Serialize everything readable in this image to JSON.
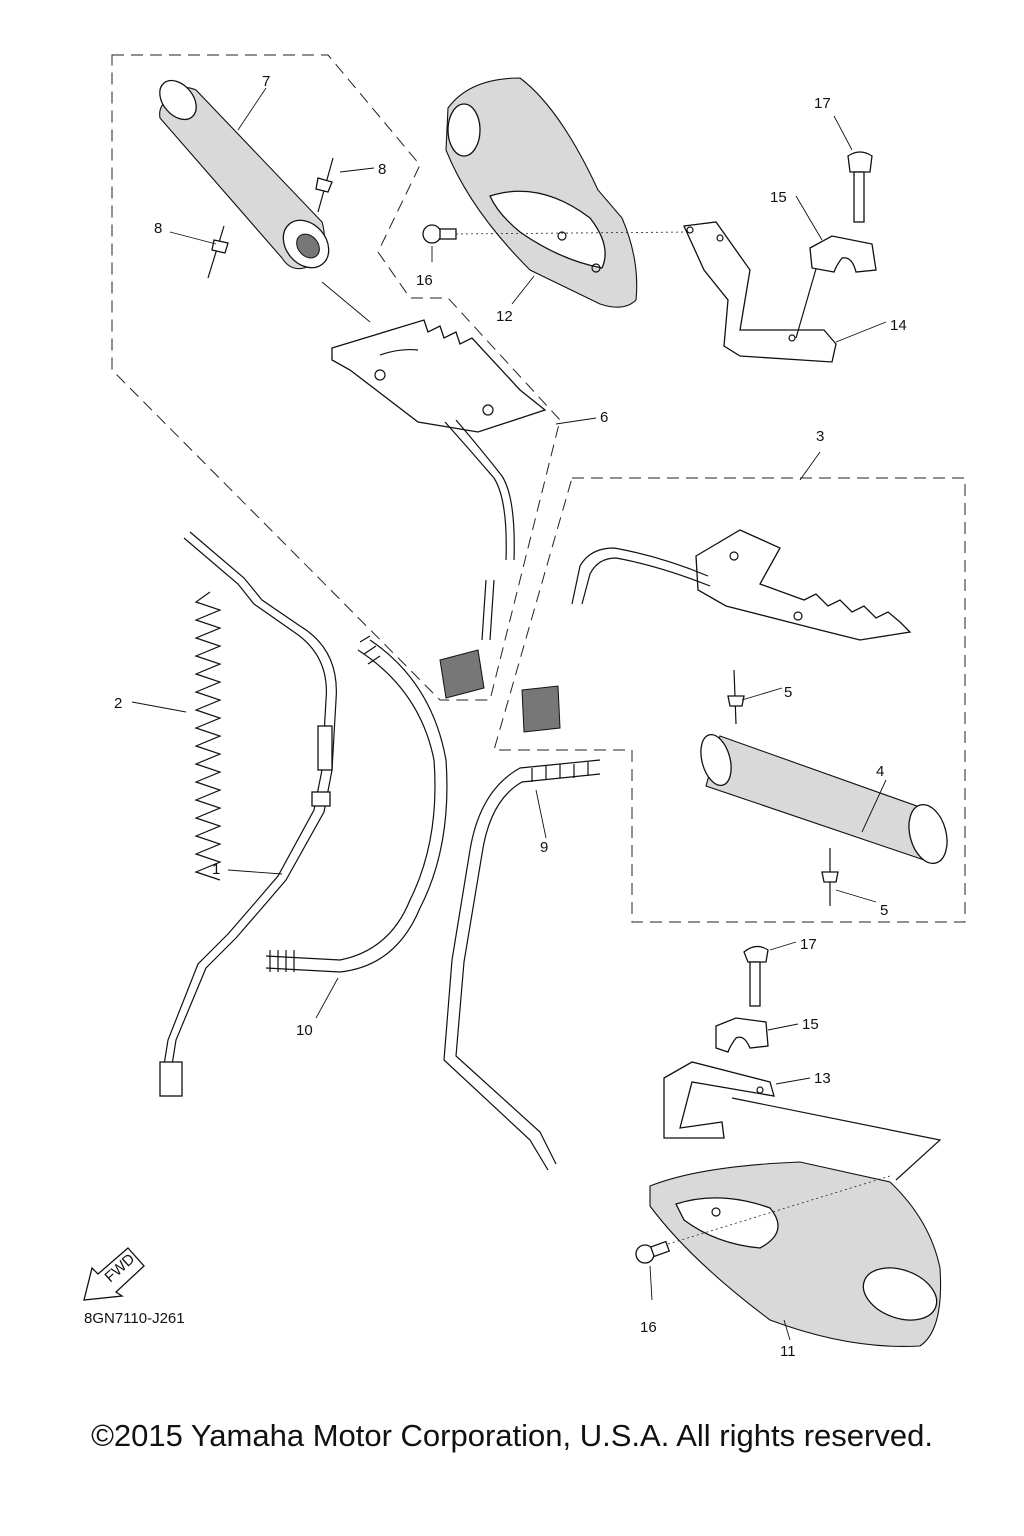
{
  "callouts": [
    {
      "id": "c1",
      "label": "1"
    },
    {
      "id": "c2",
      "label": "2"
    },
    {
      "id": "c3",
      "label": "3"
    },
    {
      "id": "c4",
      "label": "4"
    },
    {
      "id": "c5a",
      "label": "5"
    },
    {
      "id": "c5b",
      "label": "5"
    },
    {
      "id": "c6",
      "label": "6"
    },
    {
      "id": "c7",
      "label": "7"
    },
    {
      "id": "c8a",
      "label": "8"
    },
    {
      "id": "c8b",
      "label": "8"
    },
    {
      "id": "c9",
      "label": "9"
    },
    {
      "id": "c10",
      "label": "10"
    },
    {
      "id": "c11",
      "label": "11"
    },
    {
      "id": "c12",
      "label": "12"
    },
    {
      "id": "c13",
      "label": "13"
    },
    {
      "id": "c14",
      "label": "14"
    },
    {
      "id": "c15a",
      "label": "15"
    },
    {
      "id": "c15b",
      "label": "15"
    },
    {
      "id": "c16a",
      "label": "16"
    },
    {
      "id": "c16b",
      "label": "16"
    },
    {
      "id": "c17a",
      "label": "17"
    },
    {
      "id": "c17b",
      "label": "17"
    }
  ],
  "fwd_label": "FWD",
  "diagram_code": "8GN7110-J261",
  "copyright": "©2015 Yamaha Motor Corporation, U.S.A. All rights reserved."
}
